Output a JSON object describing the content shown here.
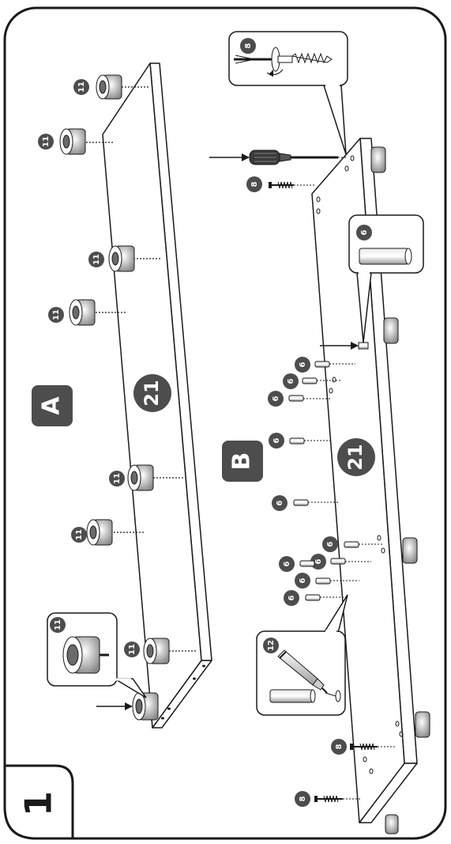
{
  "step_number": "1",
  "panels": [
    {
      "id": "A",
      "label": "A",
      "board_label": "21"
    },
    {
      "id": "B",
      "label": "B",
      "board_label": "21"
    }
  ],
  "part_labels": {
    "glider": "11",
    "dowel": "6",
    "screw": "8",
    "glue": "12"
  },
  "colors": {
    "line": "#1a1a1a",
    "badge": "#4d4d4d",
    "badge_text": "#ffffff",
    "background": "#ffffff"
  },
  "icons": [
    "screwdriver-icon",
    "arrow-icon",
    "glider-icon",
    "dowel-icon",
    "screw-icon",
    "glue-tube-icon"
  ]
}
